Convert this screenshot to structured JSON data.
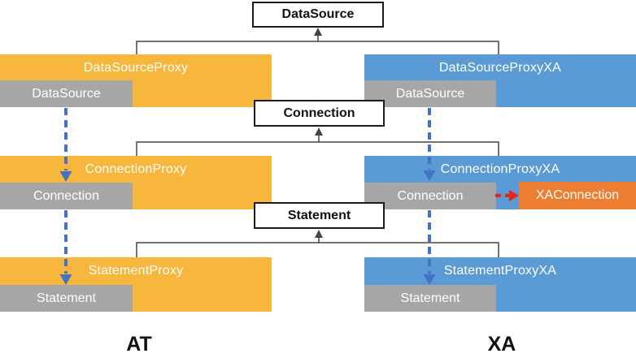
{
  "diagram": {
    "interfaces": [
      {
        "label": "DataSource"
      },
      {
        "label": "Connection"
      },
      {
        "label": "Statement"
      }
    ],
    "at_column": {
      "label": "AT",
      "rows": [
        {
          "proxy": "DataSourceProxy",
          "wrapped": "DataSource"
        },
        {
          "proxy": "ConnectionProxy",
          "wrapped": "Connection"
        },
        {
          "proxy": "StatementProxy",
          "wrapped": "Statement"
        }
      ]
    },
    "xa_column": {
      "label": "XA",
      "rows": [
        {
          "proxy": "DataSourceProxyXA",
          "wrapped": "DataSource"
        },
        {
          "proxy": "ConnectionProxyXA",
          "wrapped": "Connection",
          "xa_box": "XAConnection"
        },
        {
          "proxy": "StatementProxyXA",
          "wrapped": "Statement"
        }
      ]
    },
    "colors": {
      "at_fill": "#F6B73C",
      "xa_fill": "#5B9BD5",
      "wrapped_fill": "#A6A6A6",
      "xa_connection_fill": "#ED7D31",
      "dashed_arrow_color": "#4472C4",
      "red_arrow_color": "#E3251B",
      "connector_color": "#454545",
      "interface_border": "#1A1A1A"
    }
  }
}
